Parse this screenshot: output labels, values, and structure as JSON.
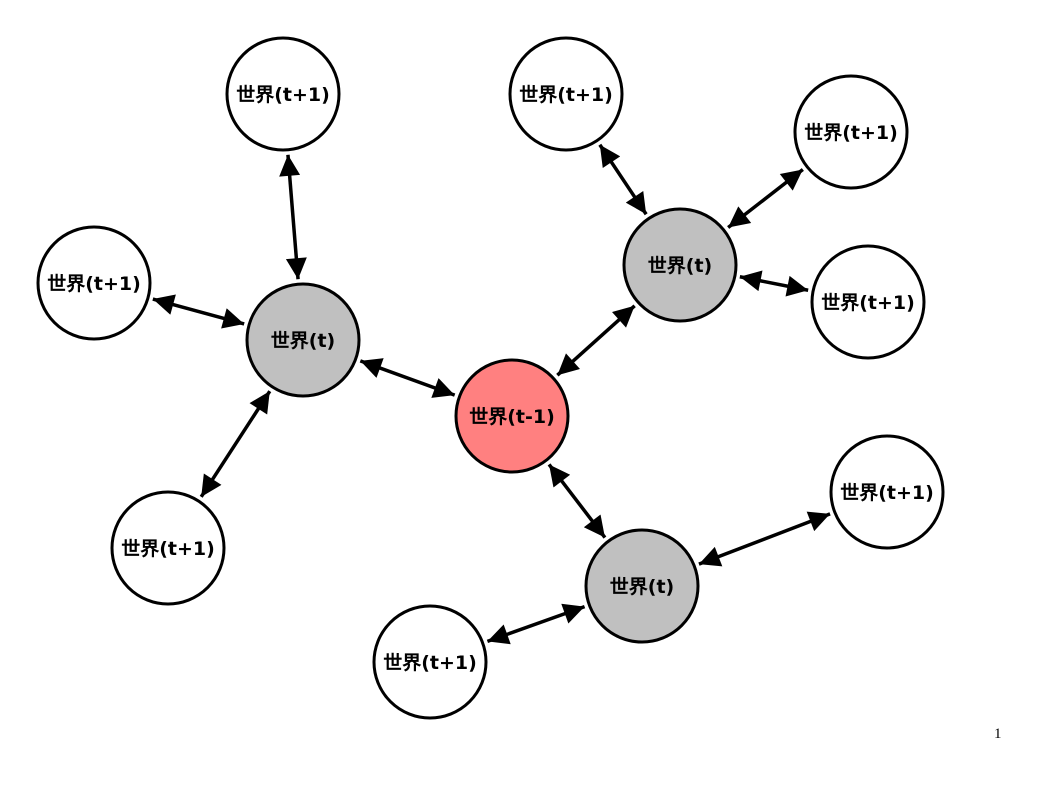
{
  "diagram": {
    "colors": {
      "root": "#ff8080",
      "level1": "#c0c0c0",
      "level2": "#ffffff",
      "stroke": "#000000"
    },
    "nodes": [
      {
        "id": "root",
        "label": "世界(t-1)",
        "level": "root"
      },
      {
        "id": "t-a",
        "label": "世界(t)",
        "level": "level1"
      },
      {
        "id": "t-b",
        "label": "世界(t)",
        "level": "level1"
      },
      {
        "id": "t-c",
        "label": "世界(t)",
        "level": "level1"
      },
      {
        "id": "a1",
        "label": "世界(t+1)",
        "level": "level2"
      },
      {
        "id": "a2",
        "label": "世界(t+1)",
        "level": "level2"
      },
      {
        "id": "a3",
        "label": "世界(t+1)",
        "level": "level2"
      },
      {
        "id": "b1",
        "label": "世界(t+1)",
        "level": "level2"
      },
      {
        "id": "b2",
        "label": "世界(t+1)",
        "level": "level2"
      },
      {
        "id": "b3",
        "label": "世界(t+1)",
        "level": "level2"
      },
      {
        "id": "c1",
        "label": "世界(t+1)",
        "level": "level2"
      },
      {
        "id": "c2",
        "label": "世界(t+1)",
        "level": "level2"
      }
    ],
    "edges": [
      [
        "root",
        "t-a"
      ],
      [
        "root",
        "t-b"
      ],
      [
        "root",
        "t-c"
      ],
      [
        "t-a",
        "a1"
      ],
      [
        "t-a",
        "a2"
      ],
      [
        "t-a",
        "a3"
      ],
      [
        "t-b",
        "b1"
      ],
      [
        "t-b",
        "b2"
      ],
      [
        "t-b",
        "b3"
      ],
      [
        "t-c",
        "c1"
      ],
      [
        "t-c",
        "c2"
      ]
    ]
  },
  "page_number": "1"
}
